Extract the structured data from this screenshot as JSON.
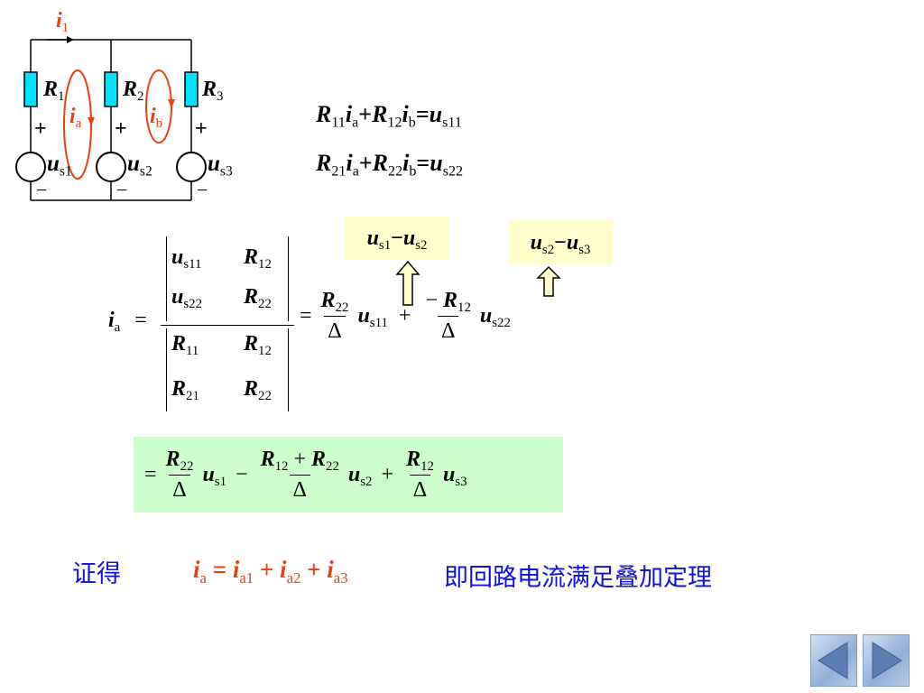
{
  "circuit": {
    "current_i1": {
      "sym": "i",
      "sub": "1"
    },
    "resistors": [
      {
        "sym": "R",
        "sub": "1"
      },
      {
        "sym": "R",
        "sub": "2"
      },
      {
        "sym": "R",
        "sub": "3"
      }
    ],
    "loops": [
      {
        "sym": "i",
        "sub": "a"
      },
      {
        "sym": "i",
        "sub": "b"
      }
    ],
    "sources": [
      {
        "sym": "u",
        "sub": "s1"
      },
      {
        "sym": "u",
        "sub": "s2"
      },
      {
        "sym": "u",
        "sub": "s3"
      }
    ],
    "plus": "+",
    "minus": "−",
    "colors": {
      "wire": "#000000",
      "resistor_fill": "#00e0ff",
      "loop": "#e8400f"
    }
  },
  "equations": {
    "eq1": {
      "R11": "11",
      "R12": "12",
      "ia": "a",
      "ib": "b",
      "u": "s11",
      "plus": "+",
      "eq": "="
    },
    "eq2": {
      "R21": "21",
      "R22": "22",
      "ia": "a",
      "ib": "b",
      "u": "s22",
      "plus": "+",
      "eq": "="
    }
  },
  "callouts": {
    "left": {
      "u1": "s1",
      "minus": "−",
      "u2": "s2"
    },
    "right": {
      "u1": "s2",
      "minus": "−",
      "u2": "s3"
    }
  },
  "formula1": {
    "lhs_sub": "a",
    "det_num": [
      [
        "s11",
        "12"
      ],
      [
        "s22",
        "22"
      ]
    ],
    "det_den": [
      [
        "11",
        "12"
      ],
      [
        "21",
        "22"
      ]
    ],
    "t1_num_sub": "22",
    "t1_u_sub": "s11",
    "t2_num_sub": "12",
    "t2_u_sub": "s22",
    "delta": "Δ",
    "neg": "−",
    "plus": "+",
    "eq": "="
  },
  "formula2": {
    "t1_num_sub": "22",
    "t1_u_sub": "s1",
    "t2_num_a": "12",
    "t2_num_b": "22",
    "t2_u_sub": "s2",
    "t3_num_sub": "12",
    "t3_u_sub": "s3",
    "delta": "Δ",
    "minus": "−",
    "plus": "+",
    "eq": "="
  },
  "conclusion": {
    "prefix": "证得",
    "subs": [
      "a",
      "a1",
      "a2",
      "a3"
    ],
    "eq": "=",
    "plus": "+",
    "suffix": "即回路电流满足叠加定理"
  }
}
